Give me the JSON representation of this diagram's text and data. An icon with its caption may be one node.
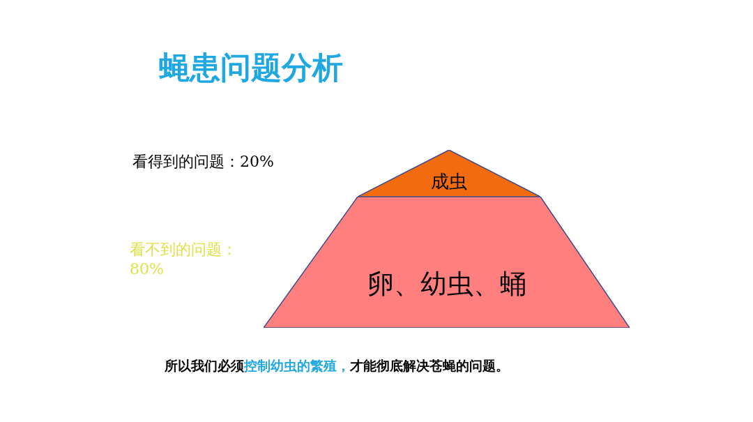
{
  "diagram": {
    "title": "蝇患问题分析",
    "caption": "所以我们必须**控制幼虫的繁殖，**才能彻底解决苍蝇的问题。",
    "nodes": [
      {
        "text": [
          "成虫"
        ]
      },
      {
        "text": [
          "卵、幼虫、蛹"
        ]
      }
    ],
    "edges": [],
    "labels": [
      "看得到的问题：20%",
      "看不到的问题：80%"
    ]
  }
}
